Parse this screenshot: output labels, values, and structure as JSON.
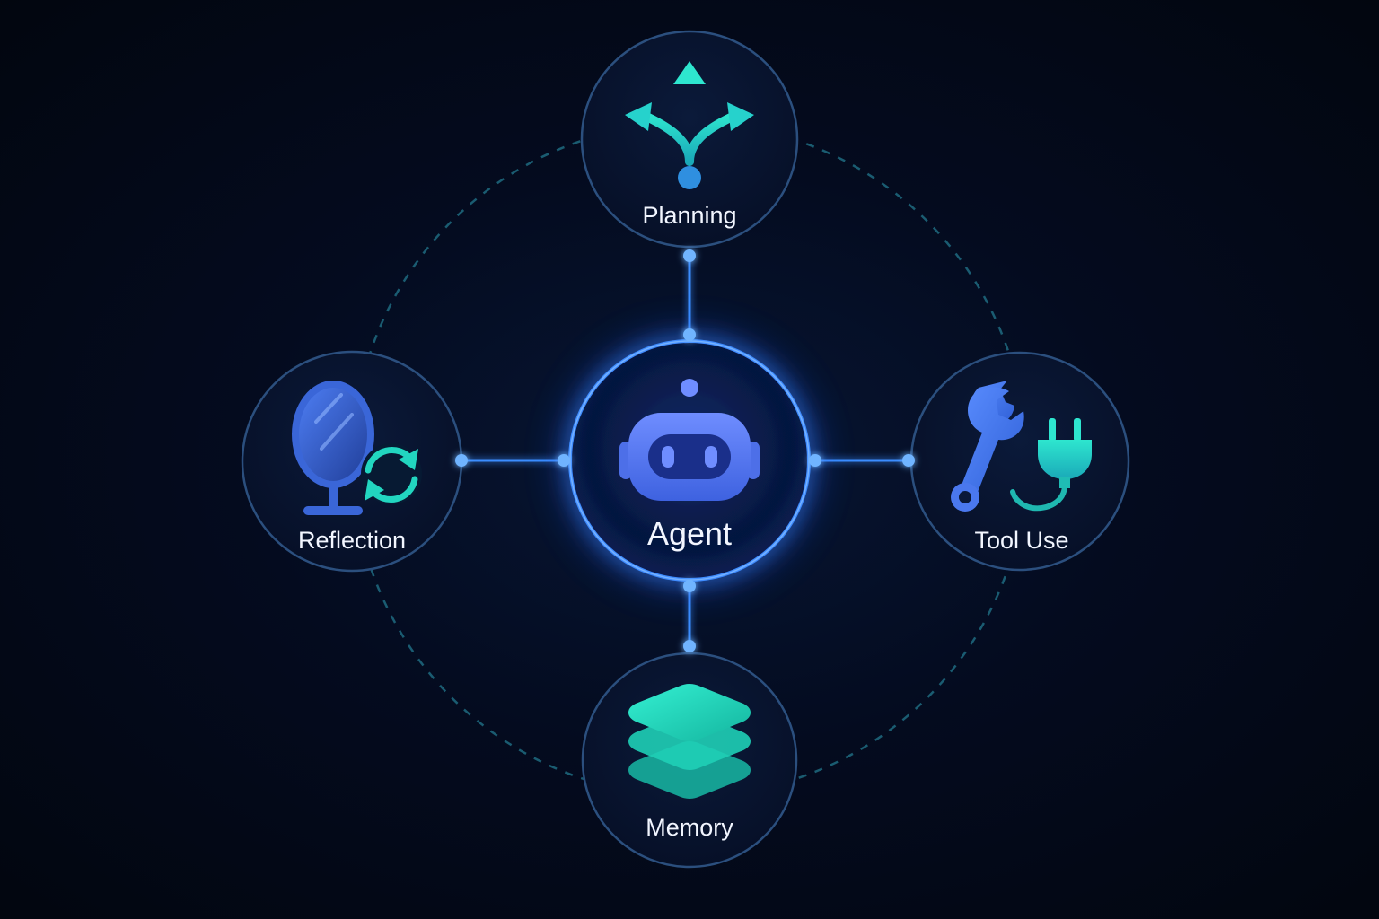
{
  "center": {
    "label": "Agent",
    "icon": "robot-icon"
  },
  "nodes": [
    {
      "id": "planning",
      "label": "Planning",
      "icon": "branching-arrows-icon"
    },
    {
      "id": "tool-use",
      "label": "Tool Use",
      "icon": "wrench-plug-icon"
    },
    {
      "id": "memory",
      "label": "Memory",
      "icon": "layers-stack-icon"
    },
    {
      "id": "reflection",
      "label": "Reflection",
      "icon": "mirror-cycle-icon"
    }
  ],
  "colors": {
    "background": "#040a1c",
    "accent_blue": "#2f7dff",
    "accent_teal": "#1fd8c2",
    "ring_dashed": "#1f6b80",
    "node_border": "#2b4f7e",
    "center_glow": "#1c6dff"
  }
}
